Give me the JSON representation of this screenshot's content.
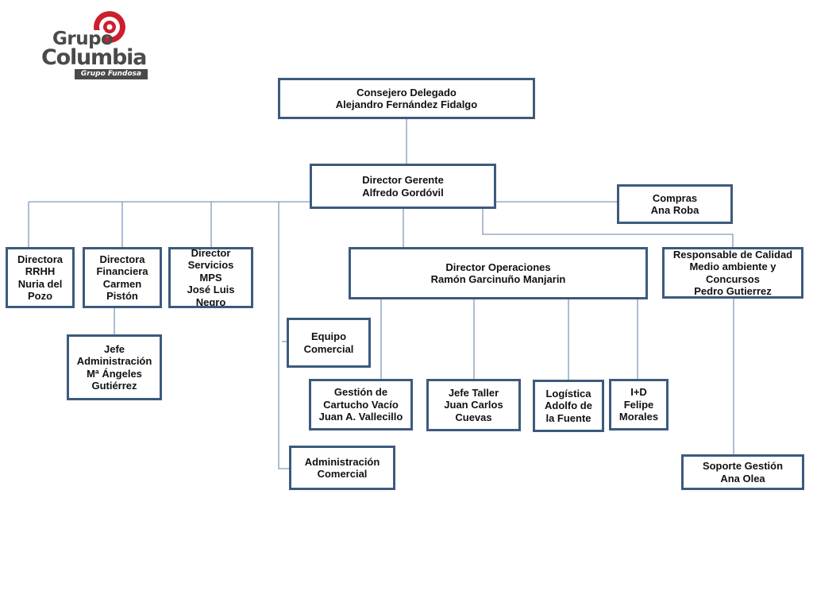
{
  "logo": {
    "brand_top": "Grupo",
    "brand_main": "Columbia",
    "brand_sub": "Grupo Fundosa",
    "colors": {
      "swirl": "#cc1f2d",
      "text": "#4a4a4a"
    }
  },
  "colors": {
    "border": "#3d5a7e",
    "connector": "#7f9cbe"
  },
  "nodes": {
    "consejero": [
      "Consejero Delegado",
      "Alejandro Fernández Fidalgo"
    ],
    "director_gerente": [
      "Director Gerente",
      "Alfredo Gordóvil"
    ],
    "compras": [
      "Compras",
      "Ana Roba"
    ],
    "rrhh": [
      "Directora",
      "RRHH",
      "Nuria del",
      "Pozo"
    ],
    "financiera": [
      "Directora",
      "Financiera",
      "Carmen",
      "Pistón"
    ],
    "servicios_mps": [
      "Director",
      "Servicios",
      "MPS",
      "José Luis",
      "Negro"
    ],
    "operaciones": [
      "Director Operaciones",
      "Ramón Garcinuño Manjarin"
    ],
    "calidad": [
      "Responsable de Calidad",
      "Medio ambiente y",
      "Concursos",
      "Pedro Gutierrez"
    ],
    "jefe_admin": [
      "Jefe",
      "Administración",
      "Mª Ángeles",
      "Gutiérrez"
    ],
    "equipo_comercial": [
      "Equipo",
      "Comercial"
    ],
    "gestion_cartucho": [
      "Gestión de",
      "Cartucho Vacío",
      "Juan A. Vallecillo"
    ],
    "jefe_taller": [
      "Jefe Taller",
      "Juan Carlos",
      "Cuevas"
    ],
    "logistica": [
      "Logística",
      "Adolfo de",
      "la Fuente"
    ],
    "id": [
      "I+D",
      "Felipe",
      "Morales"
    ],
    "admin_comercial": [
      "Administración",
      "Comercial"
    ],
    "soporte_gestion": [
      "Soporte Gestión",
      "Ana Olea"
    ]
  }
}
